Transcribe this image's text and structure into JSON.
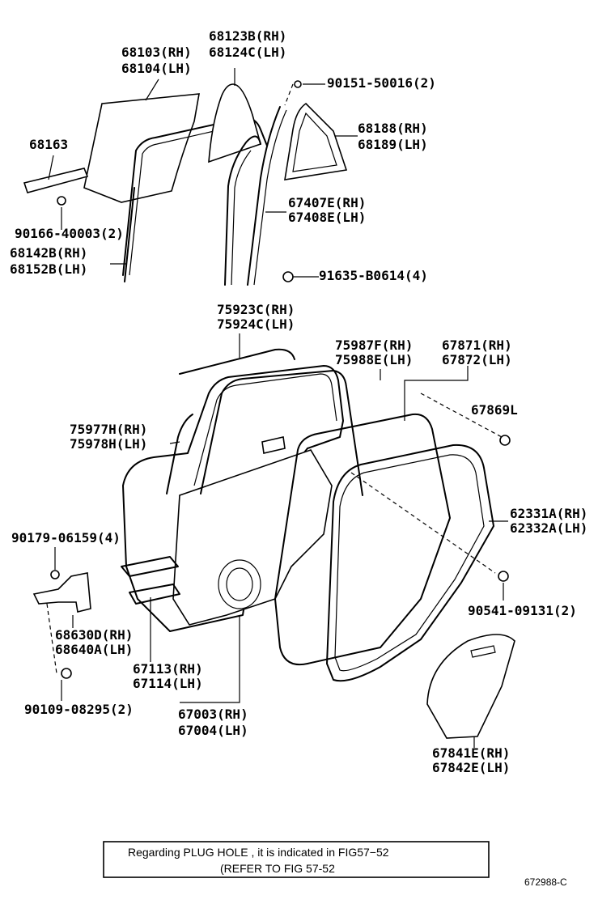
{
  "labels": {
    "p68123": "68123B(RH)",
    "p68124": "68124C(LH)",
    "p68103": "68103(RH)",
    "p68104": "68104(LH)",
    "p90151": "90151-50016(2)",
    "p68163": "68163",
    "p68188": "68188(RH)",
    "p68189": "68189(LH)",
    "p67407": "67407E(RH)",
    "p67408": "67408E(LH)",
    "p90166": "90166-40003(2)",
    "p68142": "68142B(RH)",
    "p68152": "68152B(LH)",
    "p91635": "91635-B0614(4)",
    "p75923": "75923C(RH)",
    "p75924": "75924C(LH)",
    "p75987": "75987F(RH)",
    "p75988": "75988E(LH)",
    "p67871": "67871(RH)",
    "p67872": "67872(LH)",
    "p67869": "67869L",
    "p75977": "75977H(RH)",
    "p75978": "75978H(LH)",
    "p62331": "62331A(RH)",
    "p62332": "62332A(LH)",
    "p90179": "90179-06159(4)",
    "p90541": "90541-09131(2)",
    "p68630": "68630D(RH)",
    "p68640": "68640A(LH)",
    "p67113": "67113(RH)",
    "p67114": "67114(LH)",
    "p90109": "90109-08295(2)",
    "p67003": "67003(RH)",
    "p67004": "67004(LH)",
    "p67841": "67841E(RH)",
    "p67842": "67842E(LH)"
  },
  "note": {
    "line1": "Regarding  PLUG HOLE  , it is  indicated  in  FIG57−52",
    "line2": "(REFER TO FIG  57-52"
  },
  "figure_id": "672988-C"
}
